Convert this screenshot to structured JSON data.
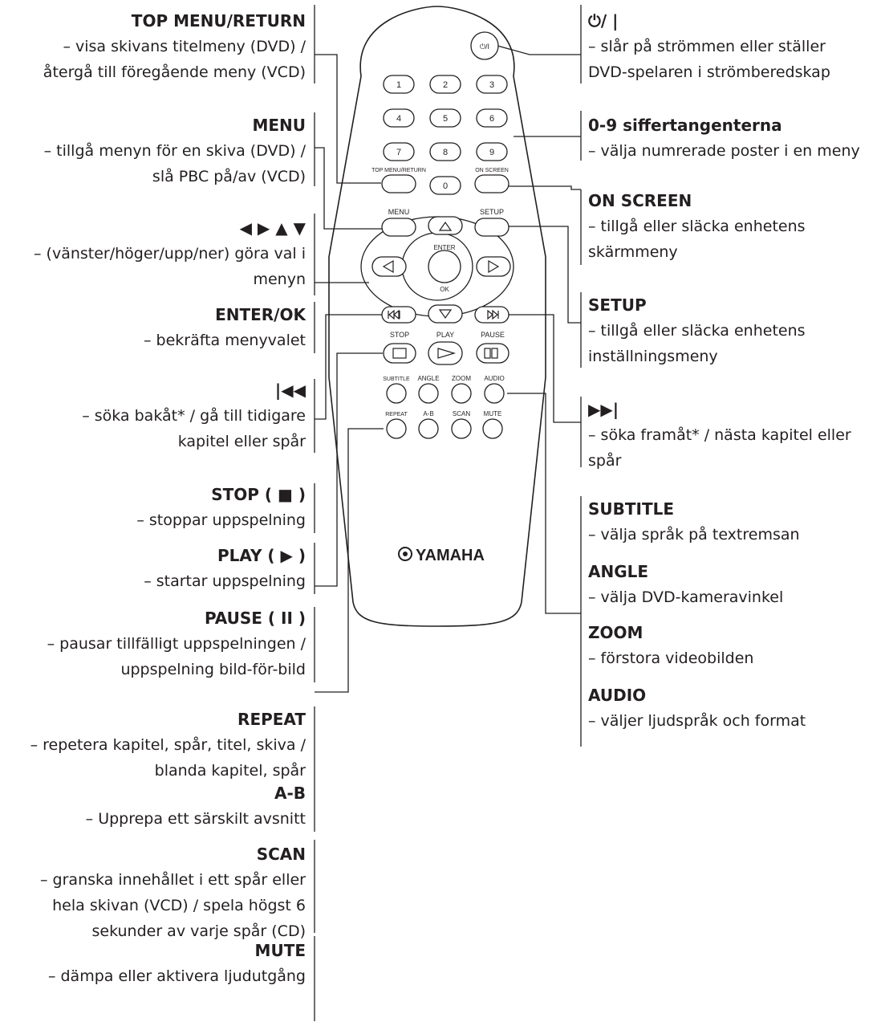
{
  "left_items": [
    {
      "title": "TOP MENU/RETURN",
      "desc": [
        "– visa skivans titelmeny (DVD) /",
        "återgå till föregående meny (VCD)"
      ]
    },
    {
      "title": "MENU",
      "desc": [
        "– tillgå menyn för en skiva (DVD) /",
        "slå PBC på/av (VCD)"
      ]
    },
    {
      "title": "◀ ▶ ▲ ▼",
      "desc": [
        "– (vänster/höger/upp/ner) göra val i",
        "menyn"
      ]
    },
    {
      "title": "ENTER/OK",
      "desc": [
        "– bekräfta menyvalet"
      ]
    },
    {
      "title": "|◀◀",
      "desc": [
        "– söka bakåt* / gå till tidigare",
        "kapitel eller spår"
      ]
    },
    {
      "title": "STOP ( ■ )",
      "desc": [
        "– stoppar uppspelning"
      ]
    },
    {
      "title": "PLAY ( ▶ )",
      "desc": [
        "– startar uppspelning"
      ]
    },
    {
      "title": "PAUSE ( II )",
      "desc": [
        "– pausar tillfälligt uppspelningen /",
        "uppspelning bild-för-bild"
      ]
    },
    {
      "title": "REPEAT",
      "desc": [
        "– repetera kapitel, spår, titel, skiva /",
        "blanda kapitel, spår"
      ]
    },
    {
      "title": "A-B",
      "desc": [
        "– Upprepa ett särskilt avsnitt"
      ]
    },
    {
      "title": "SCAN",
      "desc": [
        "– granska innehållet i ett spår eller",
        "hela skivan (VCD) / spela högst 6",
        "sekunder av varje spår (CD)"
      ]
    },
    {
      "title": "MUTE",
      "desc": [
        "– dämpa eller aktivera ljudutgång"
      ]
    }
  ],
  "right_items": [
    {
      "title": "⏻/ |",
      "desc": [
        "– slår på strömmen eller ställer",
        "DVD-spelaren i strömberedskap"
      ]
    },
    {
      "title": "0-9 siffertangenterna",
      "desc": [
        "– välja numrerade poster i en meny"
      ]
    },
    {
      "title": "ON SCREEN",
      "desc": [
        "– tillgå eller släcka enhetens",
        "skärmmeny"
      ]
    },
    {
      "title": "SETUP",
      "desc": [
        "– tillgå eller släcka enhetens",
        "inställningsmeny"
      ]
    },
    {
      "title": "▶▶|",
      "desc": [
        "– söka framåt* / nästa kapitel eller",
        "spår"
      ]
    },
    {
      "title": "SUBTITLE",
      "desc": [
        "– välja språk på textremsan"
      ]
    },
    {
      "title": "ANGLE",
      "desc": [
        "– välja DVD-kameravinkel"
      ]
    },
    {
      "title": "ZOOM",
      "desc": [
        "– förstora videobilden"
      ]
    },
    {
      "title": "AUDIO",
      "desc": [
        "– väljer ljudspråk och format"
      ]
    }
  ],
  "remote": {
    "power_label": "⏻/I",
    "digits": [
      "1",
      "2",
      "3",
      "4",
      "5",
      "6",
      "7",
      "8",
      "9",
      "0"
    ],
    "top_menu_label": "TOP MENU/RETURN",
    "on_screen_label": "ON SCREEN",
    "menu_label": "MENU",
    "setup_label": "SETUP",
    "enter_label": "ENTER",
    "ok_label": "OK",
    "stop_label": "STOP",
    "play_label": "PLAY",
    "pause_label": "PAUSE",
    "subtitle_label": "SUBTITLE",
    "angle_label": "ANGLE",
    "zoom_label": "ZOOM",
    "audio_label": "AUDIO",
    "repeat_label": "REPEAT",
    "ab_label": "A-B",
    "scan_label": "SCAN",
    "mute_label": "MUTE",
    "brand": "YAMAHA"
  }
}
